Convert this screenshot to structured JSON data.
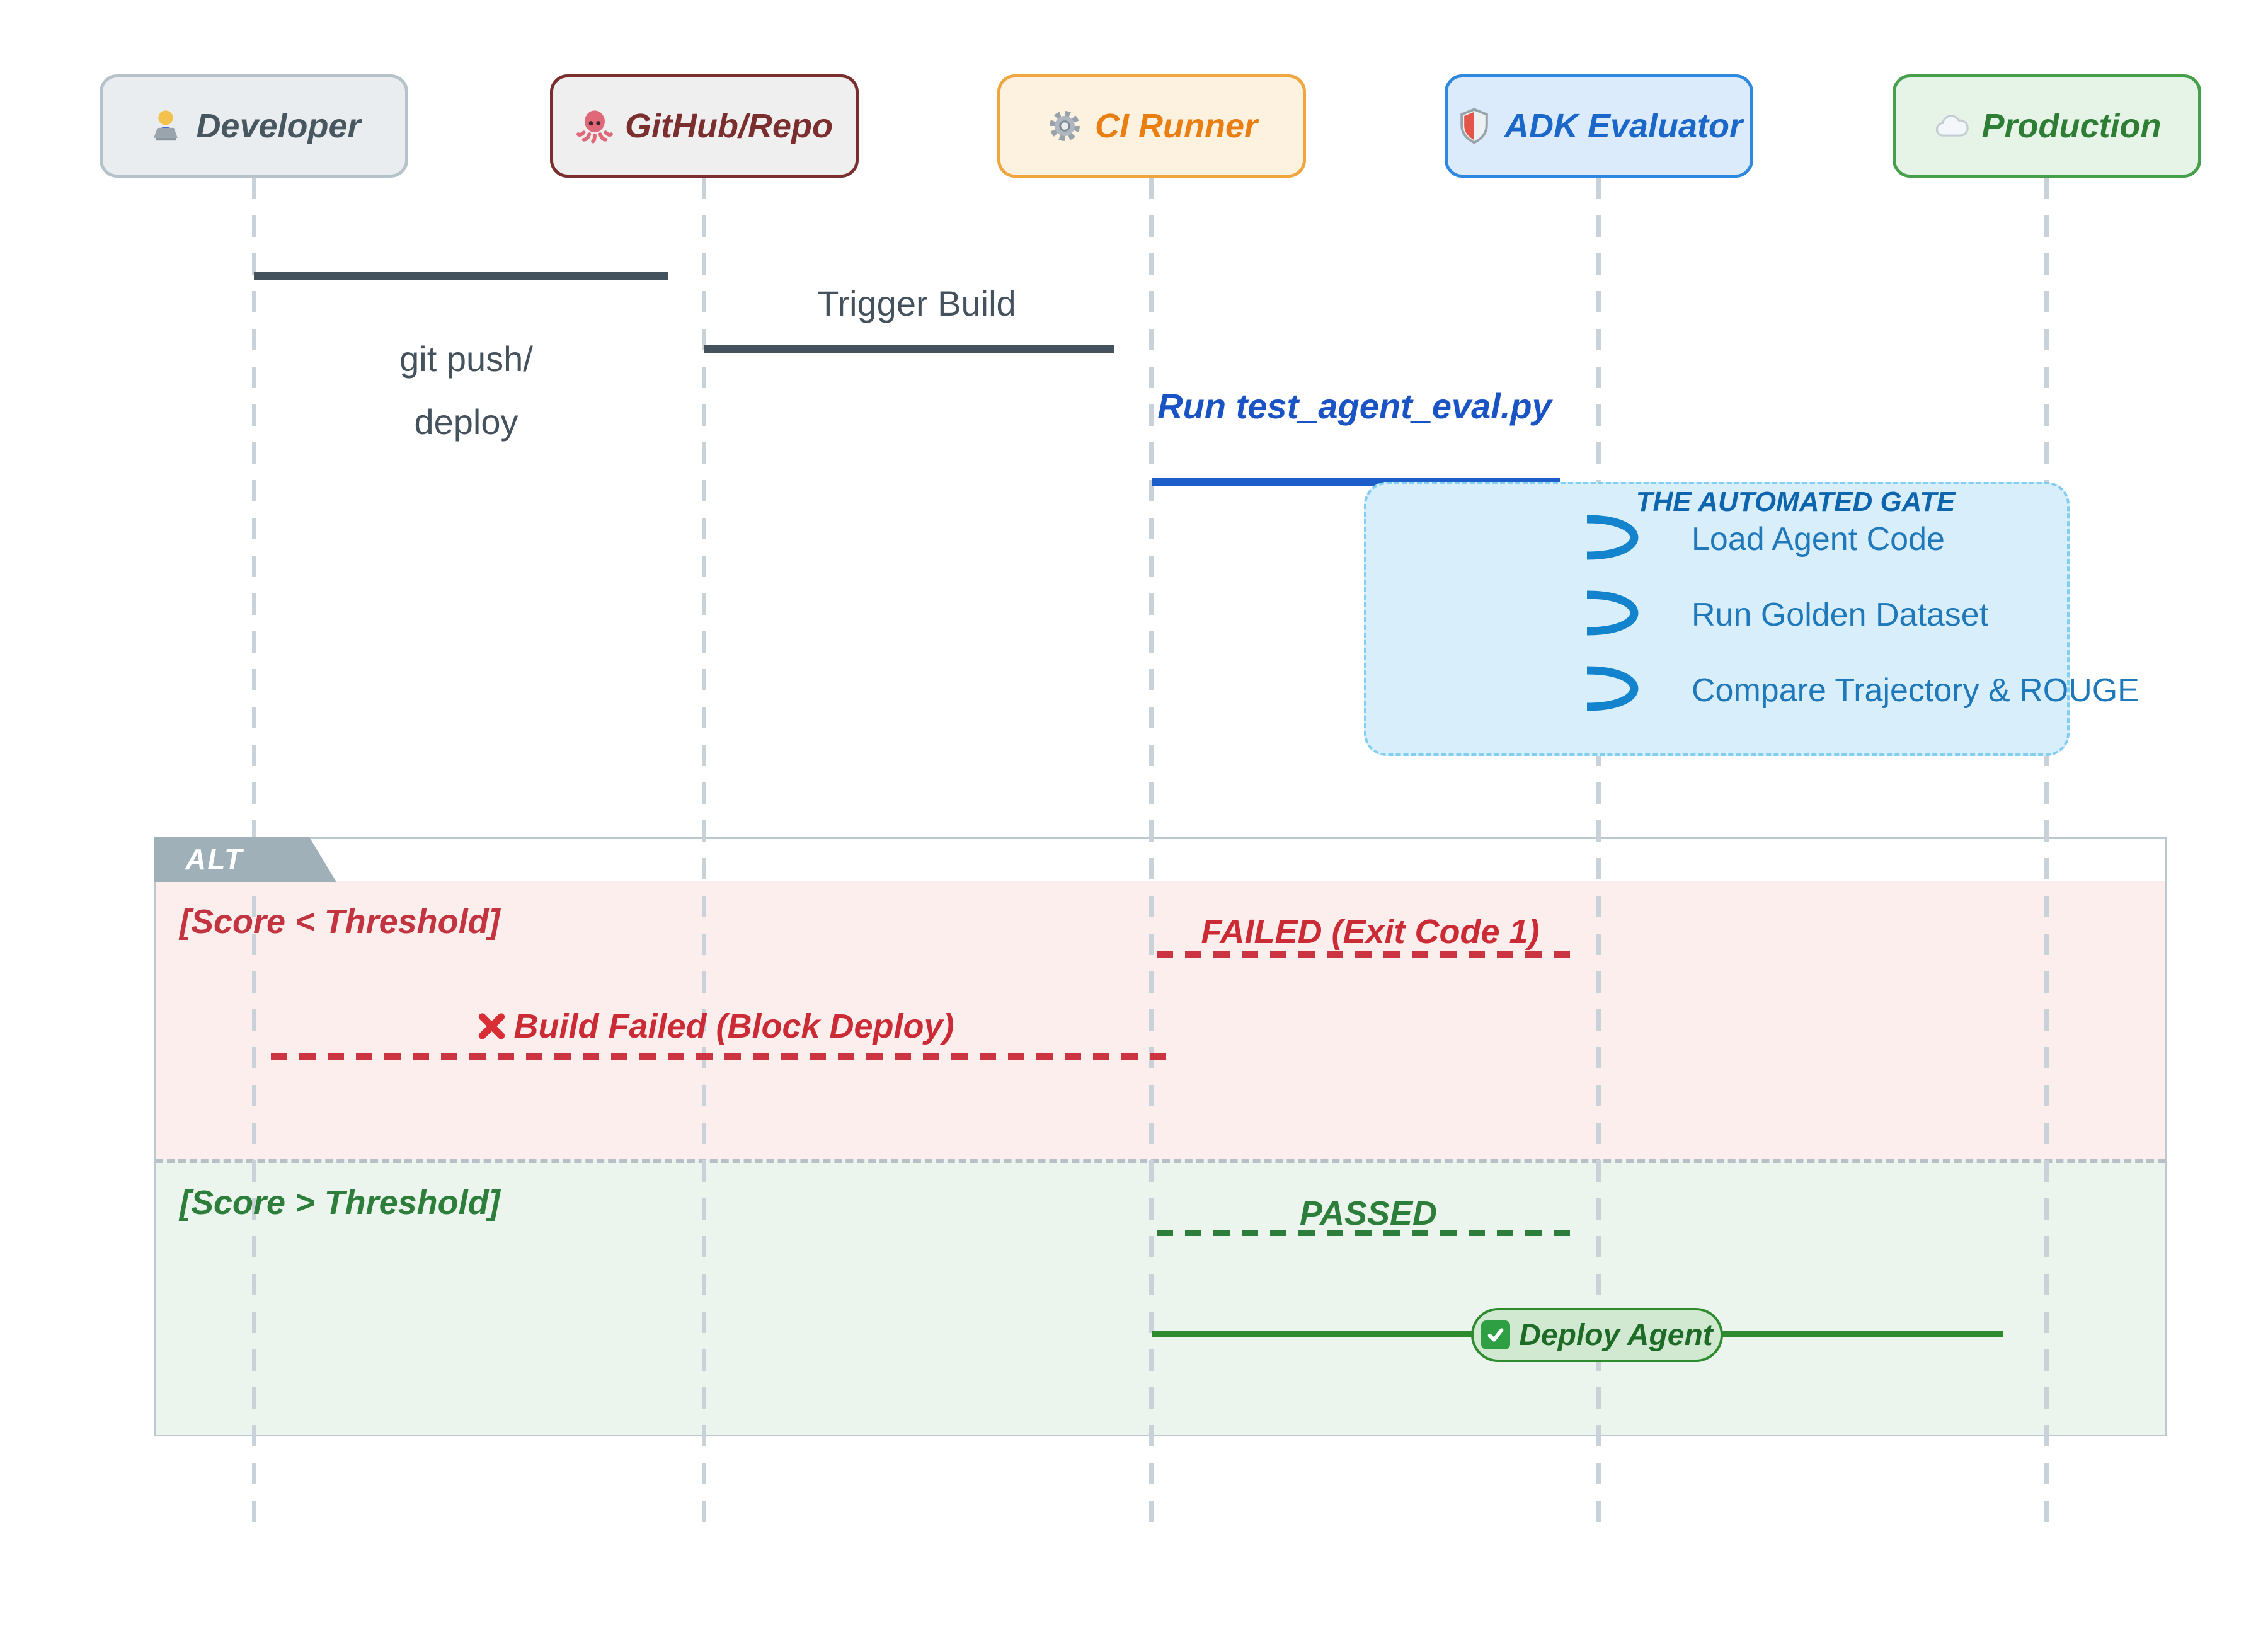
{
  "actors": [
    {
      "label": "Developer",
      "icon": "👨‍💻",
      "icon_name": "developer-emoji"
    },
    {
      "label": "GitHub/Repo",
      "icon": "🐙",
      "icon_name": "octopus-emoji"
    },
    {
      "label": "CI Runner",
      "icon": "⚙️",
      "icon_name": "gear-emoji"
    },
    {
      "label": "ADK Evaluator",
      "icon": "🛡️",
      "icon_name": "shield-emoji"
    },
    {
      "label": "Production",
      "icon": "☁️",
      "icon_name": "cloud-emoji"
    }
  ],
  "messages": {
    "git_push": {
      "line1": "git push/",
      "line2": "deploy"
    },
    "trigger_build": {
      "label": "Trigger Build"
    },
    "run_eval": {
      "label": "Run test_agent_eval.py"
    }
  },
  "note": {
    "title": "THE AUTOMATED GATE",
    "items": [
      {
        "label": "Load Agent Code"
      },
      {
        "label": "Run Golden Dataset"
      },
      {
        "label": "Compare Trajectory & ROUGE"
      }
    ]
  },
  "alt": {
    "label": "ALT",
    "fail_branch": {
      "condition": "[Score < Threshold]",
      "failed_msg": "FAILED (Exit Code 1)",
      "block_msg": "Build Failed (Block Deploy)",
      "block_icon": "❌"
    },
    "pass_branch": {
      "condition": "[Score > Threshold]",
      "passed_msg": "PASSED",
      "deploy_msg": "Deploy Agent",
      "deploy_icon": "✅"
    }
  },
  "colors": {
    "developer_accent": "#47565f",
    "github_accent": "#7a2e2e",
    "ci_accent": "#e97e12",
    "adk_accent": "#1a66c9",
    "production_accent": "#2d7d34",
    "message_dark": "#44525e",
    "message_blue": "#1953c4",
    "note_fill": "#d9eefb",
    "note_border": "#80cef2",
    "fail_red": "#ca2b35",
    "fail_bg": "#fdeeee",
    "pass_green": "#2d7d3b",
    "pass_bg": "#ecf4ee",
    "deploy_line": "#2e8b2e",
    "alt_tab": "#9fb0b9"
  }
}
